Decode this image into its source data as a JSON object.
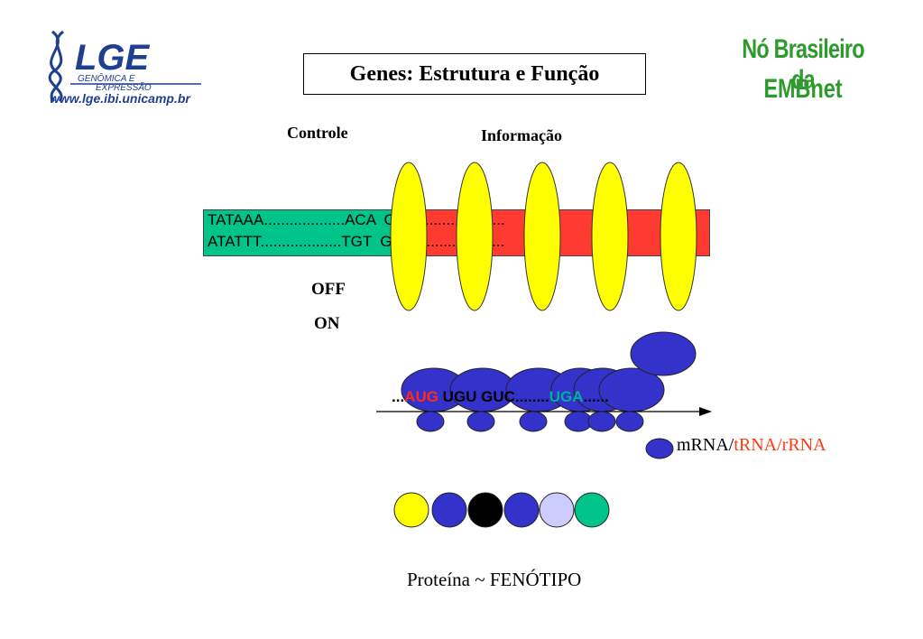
{
  "header": {
    "title": "Genes: Estrutura e Função",
    "lge_logo_text": "LGE",
    "lge_logo_subtext_1": "GENÔMICA E",
    "lge_logo_subtext_2": "EXPRESSÃO",
    "lge_url": "www.lge.ibi.unicamp.br",
    "embnet_line_1": "Nó Brasileiro da",
    "embnet_line_2": "EMBnet"
  },
  "labels": {
    "controle": "Controle",
    "informacao": "Informação",
    "off": "OFF",
    "on": "ON"
  },
  "dna": {
    "top_strand": "TATAAA...................ACA  CAC..........T.........",
    "bottom_strand": "ATATTT...................TGT  GTG..........A.........",
    "green_color": "#00c48a",
    "red_color": "#ff3a30",
    "regulator_color": "#ffff00"
  },
  "mrna": {
    "prefix": "...",
    "start_codon": "AUG",
    "codons": " UGU GUC........",
    "stop_codon": "UGA",
    "suffix": "......",
    "start_color": "#ff2a1a",
    "stop_color": "#00b09a",
    "ribosome_color": "#3333cc"
  },
  "legend": {
    "rna_part1": "mRNA/",
    "rna_part2": "tRNA/rRNA"
  },
  "protein": {
    "caption": "Proteína  ~  FENÓTIPO",
    "bead_colors": [
      "#ffff00",
      "#3333cc",
      "#000000",
      "#3333cc",
      "#ccccff",
      "#00c48a"
    ]
  }
}
